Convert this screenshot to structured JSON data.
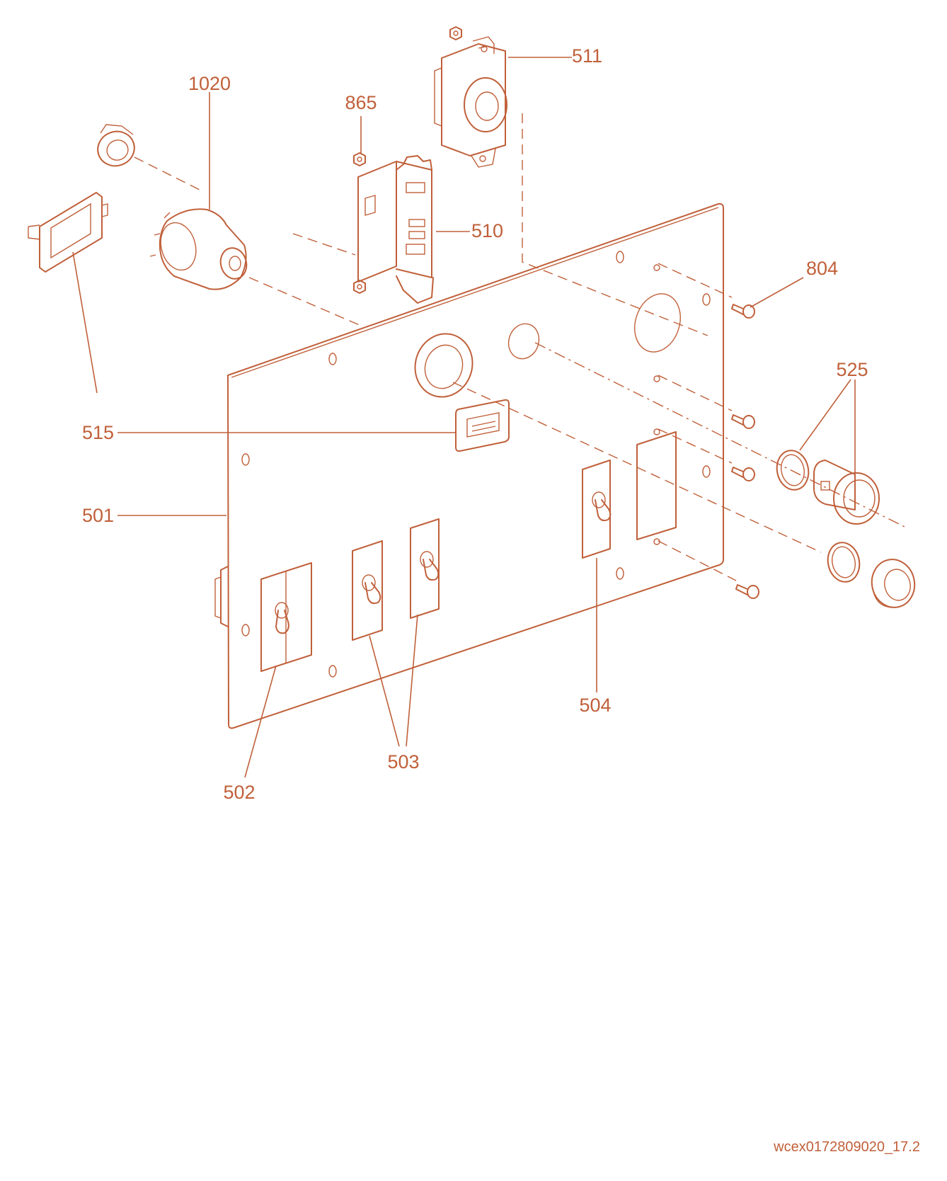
{
  "parts": [
    {
      "id": "p1020",
      "label": "1020"
    },
    {
      "id": "p865",
      "label": "865"
    },
    {
      "id": "p511",
      "label": "511"
    },
    {
      "id": "p510",
      "label": "510"
    },
    {
      "id": "p804",
      "label": "804"
    },
    {
      "id": "p525",
      "label": "525"
    },
    {
      "id": "p515",
      "label": "515"
    },
    {
      "id": "p501",
      "label": "501"
    },
    {
      "id": "p504",
      "label": "504"
    },
    {
      "id": "p503",
      "label": "503"
    },
    {
      "id": "p502",
      "label": "502"
    }
  ],
  "figure_id": "wcex0172809020_17.2",
  "colors": {
    "line": "#c0603a",
    "background": "#ffffff"
  }
}
